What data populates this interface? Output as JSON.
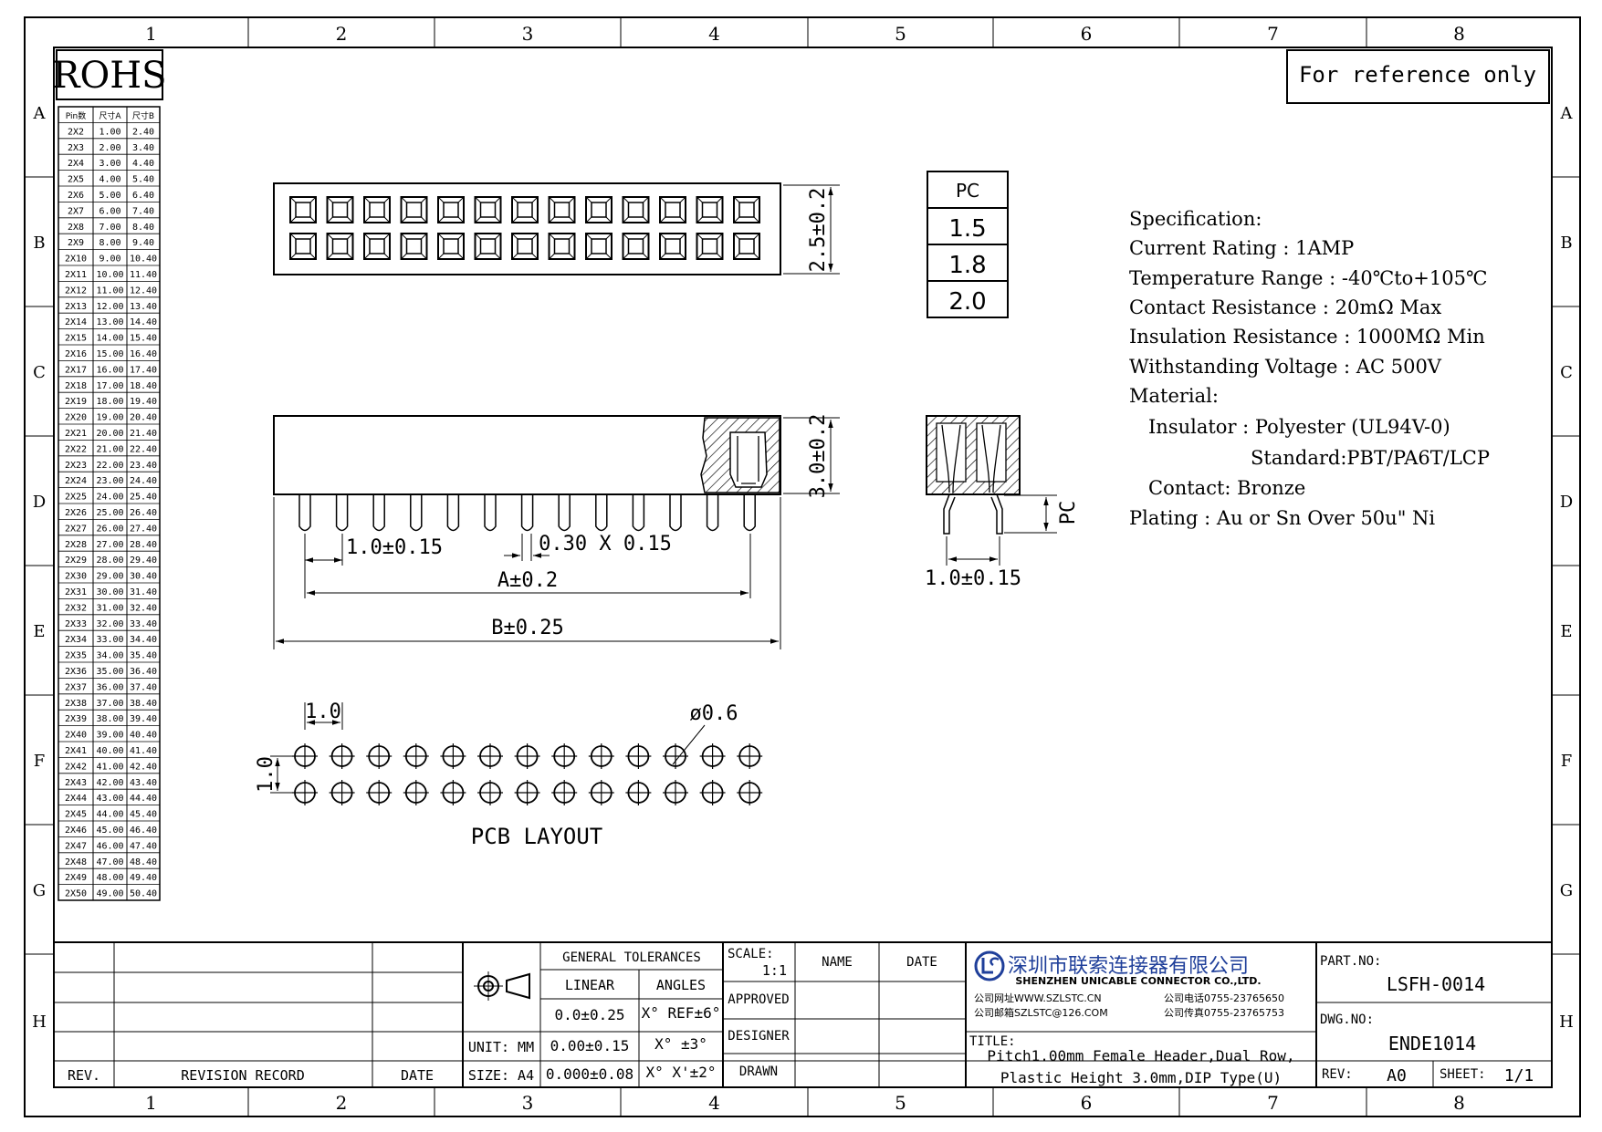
{
  "frame": {
    "col_labels": [
      "1",
      "2",
      "3",
      "4",
      "5",
      "6",
      "7",
      "8"
    ],
    "row_labels": [
      "A",
      "B",
      "C",
      "D",
      "E",
      "F",
      "G",
      "H"
    ]
  },
  "rohs": "ROHS",
  "reference_note": "For reference only",
  "pin_table": {
    "headers": [
      "Pin数",
      "尺寸A",
      "尺寸B"
    ],
    "rows": [
      [
        "2X2",
        "1.00",
        "2.40"
      ],
      [
        "2X3",
        "2.00",
        "3.40"
      ],
      [
        "2X4",
        "3.00",
        "4.40"
      ],
      [
        "2X5",
        "4.00",
        "5.40"
      ],
      [
        "2X6",
        "5.00",
        "6.40"
      ],
      [
        "2X7",
        "6.00",
        "7.40"
      ],
      [
        "2X8",
        "7.00",
        "8.40"
      ],
      [
        "2X9",
        "8.00",
        "9.40"
      ],
      [
        "2X10",
        "9.00",
        "10.40"
      ],
      [
        "2X11",
        "10.00",
        "11.40"
      ],
      [
        "2X12",
        "11.00",
        "12.40"
      ],
      [
        "2X13",
        "12.00",
        "13.40"
      ],
      [
        "2X14",
        "13.00",
        "14.40"
      ],
      [
        "2X15",
        "14.00",
        "15.40"
      ],
      [
        "2X16",
        "15.00",
        "16.40"
      ],
      [
        "2X17",
        "16.00",
        "17.40"
      ],
      [
        "2X18",
        "17.00",
        "18.40"
      ],
      [
        "2X19",
        "18.00",
        "19.40"
      ],
      [
        "2X20",
        "19.00",
        "20.40"
      ],
      [
        "2X21",
        "20.00",
        "21.40"
      ],
      [
        "2X22",
        "21.00",
        "22.40"
      ],
      [
        "2X23",
        "22.00",
        "23.40"
      ],
      [
        "2X24",
        "23.00",
        "24.40"
      ],
      [
        "2X25",
        "24.00",
        "25.40"
      ],
      [
        "2X26",
        "25.00",
        "26.40"
      ],
      [
        "2X27",
        "26.00",
        "27.40"
      ],
      [
        "2X28",
        "27.00",
        "28.40"
      ],
      [
        "2X29",
        "28.00",
        "29.40"
      ],
      [
        "2X30",
        "29.00",
        "30.40"
      ],
      [
        "2X31",
        "30.00",
        "31.40"
      ],
      [
        "2X32",
        "31.00",
        "32.40"
      ],
      [
        "2X33",
        "32.00",
        "33.40"
      ],
      [
        "2X34",
        "33.00",
        "34.40"
      ],
      [
        "2X35",
        "34.00",
        "35.40"
      ],
      [
        "2X36",
        "35.00",
        "36.40"
      ],
      [
        "2X37",
        "36.00",
        "37.40"
      ],
      [
        "2X38",
        "37.00",
        "38.40"
      ],
      [
        "2X39",
        "38.00",
        "39.40"
      ],
      [
        "2X40",
        "39.00",
        "40.40"
      ],
      [
        "2X41",
        "40.00",
        "41.40"
      ],
      [
        "2X42",
        "41.00",
        "42.40"
      ],
      [
        "2X43",
        "42.00",
        "43.40"
      ],
      [
        "2X44",
        "43.00",
        "44.40"
      ],
      [
        "2X45",
        "44.00",
        "45.40"
      ],
      [
        "2X46",
        "45.00",
        "46.40"
      ],
      [
        "2X47",
        "46.00",
        "47.40"
      ],
      [
        "2X48",
        "47.00",
        "48.40"
      ],
      [
        "2X49",
        "48.00",
        "49.40"
      ],
      [
        "2X50",
        "49.00",
        "50.40"
      ]
    ]
  },
  "pc_table": [
    "PC",
    "1.5",
    "1.8",
    "2.0"
  ],
  "dims": {
    "height_top": "2.5±0.2",
    "height_side": "3.0±0.2",
    "pitch": "1.0±0.15",
    "pin_section": "0.30 X 0.15",
    "dim_a": "A±0.2",
    "dim_b": "B±0.25",
    "pc": "PC",
    "pitch_end": "1.0±0.15",
    "pcb_pitch_x": "1.0",
    "pcb_pitch_y": "1.0",
    "hole": "ø0.6",
    "pcb_label": "PCB LAYOUT"
  },
  "spec": [
    "Specification:",
    "Current Rating : 1AMP",
    "Temperature Range : -40℃to+105℃",
    "Contact Resistance : 20mΩ Max",
    "Insulation Resistance : 1000MΩ Min",
    "Withstanding Voltage : AC 500V",
    "Material:",
    "Insulator : Polyester (UL94V-0)",
    "Standard:PBT/PA6T/LCP",
    "Contact: Bronze",
    "Plating : Au or Sn Over 50u\" Ni"
  ],
  "title_block": {
    "rev_header": "REV.",
    "revision_record": "REVISION RECORD",
    "date_header": "DATE",
    "unit": "UNIT: MM",
    "size": "SIZE: A4",
    "general_tolerances": "GENERAL TOLERANCES",
    "linear": "LINEAR",
    "angles": "ANGLES",
    "lin1": "0.0±0.25",
    "lin2": "0.00±0.15",
    "lin3": "0.000±0.08",
    "ang1": "X° REF±6°",
    "ang2": "X° ±3°",
    "ang3": "X° X'±2°",
    "scale_label": "SCALE:",
    "scale_value": "1:1",
    "name": "NAME",
    "date": "DATE",
    "approved": "APPROVED",
    "designer": "DESIGNER",
    "drawn": "DRAWN",
    "company_cn": "深圳市联索连接器有限公司",
    "company_en": "SHENZHEN UNICABLE CONNECTOR CO.,LTD.",
    "website": "公司网址WWW.SZLSTC.CN",
    "email": "公司邮箱SZLSTC@126.COM",
    "phone": "公司电话0755-23765650",
    "fax": "公司传真0755-23765753",
    "title_label": "TITLE:",
    "title_line1": "Pitch1.00mm Female Header,Dual Row,",
    "title_line2": "Plastic Height 3.0mm,DIP Type(U)",
    "part_no_label": "PART.NO:",
    "part_no": "LSFH-0014",
    "dwg_no_label": "DWG.NO:",
    "dwg_no": "ENDE1014",
    "rev_label": "REV:",
    "rev_value": "A0",
    "sheet_label": "SHEET:",
    "sheet_value": "1/1"
  },
  "colors": {
    "line": "#000000",
    "logo_blue": "#1f3f9a"
  }
}
